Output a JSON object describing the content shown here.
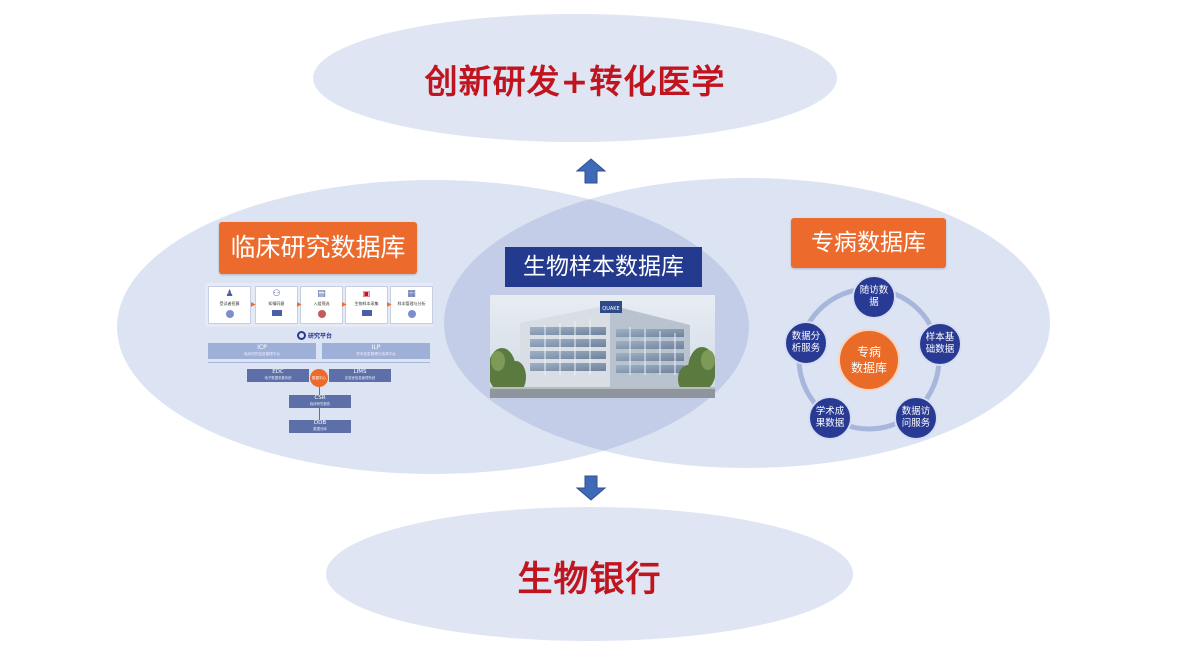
{
  "top_title": "创新研发+转化医学",
  "bottom_title": "生物银行",
  "clinical_db": {
    "label": "临床研究数据库",
    "steps": [
      "受试者招募",
      "知情同意",
      "入组筛选",
      "生物样本采集",
      "样本管理与分析"
    ],
    "logo_text": "研究平台",
    "bars": [
      {
        "title": "ICP",
        "sub": "临床研究信息管理平台"
      },
      {
        "title": "ILP",
        "sub": "样本信息管理与追溯平台"
      }
    ],
    "boxes": [
      {
        "title": "EDC",
        "sub": "电子数据采集系统"
      },
      {
        "title": "LIMS",
        "sub": "实验室信息管理系统"
      },
      {
        "title": "CSR",
        "sub": "临床研究报告"
      },
      {
        "title": "DDB",
        "sub": "数据仓库"
      }
    ],
    "hub_text": "数据中心"
  },
  "biosample_db": {
    "label": "生物样本数据库",
    "sign": "QUAKE"
  },
  "disease_db": {
    "label": "专病数据库",
    "center": "专病\n数据库",
    "nodes": [
      "随访数\n据",
      "样本基\n础数据",
      "数据访\n问服务",
      "学术成\n果数据",
      "数据分\n析服务"
    ]
  },
  "colors": {
    "title_red": "#c0141e",
    "orange": "#ec6a2c",
    "navy": "#233a8f",
    "ellipse_blue": "#dfe5f3",
    "arrow_blue": "#3f6ab8"
  },
  "icons": [
    "arrow-up-icon",
    "arrow-down-icon"
  ]
}
